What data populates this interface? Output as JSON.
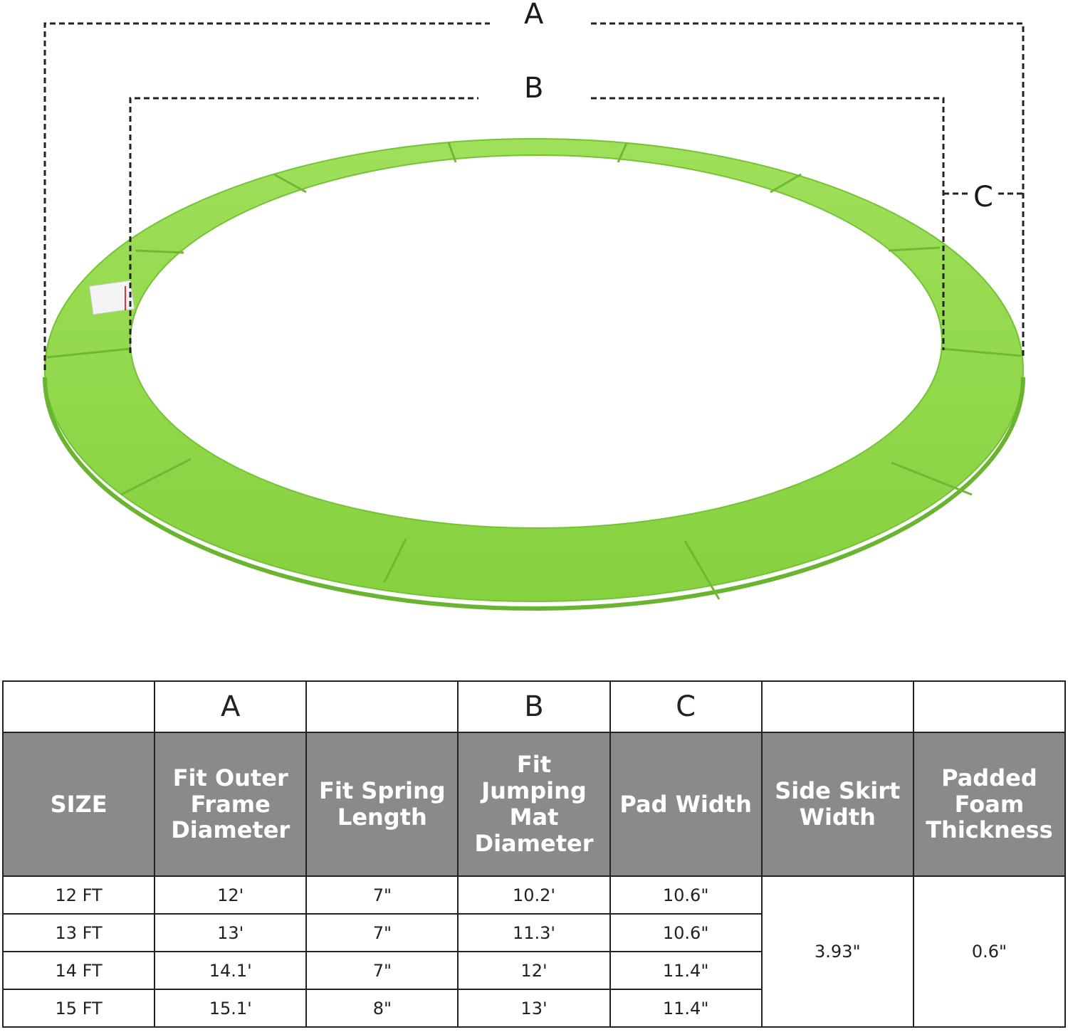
{
  "diagram": {
    "labels": {
      "a": "A",
      "b": "B",
      "c": "C"
    },
    "pad_color": "#8fd84a",
    "pad_shadow": "#6fbf32"
  },
  "table": {
    "letters": [
      "",
      "A",
      "",
      "B",
      "C",
      "",
      ""
    ],
    "headers": [
      "SIZE",
      "Fit Outer\nFrame\nDiameter",
      "Fit Spring\nLength",
      "Fit Jumping\nMat\nDiameter",
      "Pad Width",
      "Side Skirt\nWidth",
      "Padded\nFoam\nThickness"
    ],
    "rows": [
      [
        "12 FT",
        "12'",
        "7\"",
        "10.2'",
        "10.6\""
      ],
      [
        "13 FT",
        "13'",
        "7\"",
        "11.3'",
        "10.6\""
      ],
      [
        "14 FT",
        "14.1'",
        "7\"",
        "12'",
        "11.4\""
      ],
      [
        "15 FT",
        "15.1'",
        "8\"",
        "13'",
        "11.4\""
      ]
    ],
    "side_skirt_width": "3.93\"",
    "foam_thickness": "0.6\""
  }
}
